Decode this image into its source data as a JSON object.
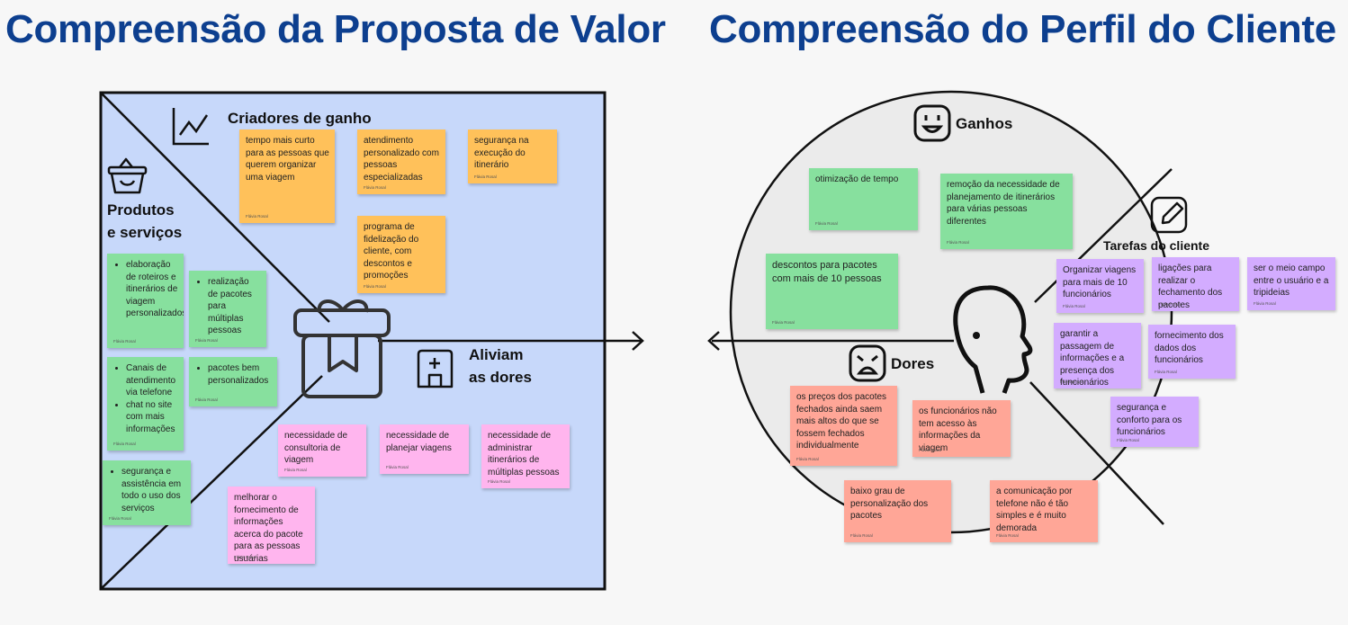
{
  "titles": {
    "value_proposition": "Compreensão da Proposta de Valor",
    "customer_profile": "Compreensão do Perfil do Cliente"
  },
  "value_map": {
    "gain_creators_heading": "Criadores de ganho",
    "products_heading_line1": "Produtos",
    "products_heading_line2": "e serviços",
    "pain_relievers_heading_line1": "Aliviam",
    "pain_relievers_heading_line2": "as dores",
    "gain_creators": [
      {
        "text": "tempo mais curto para as pessoas que querem organizar uma viagem",
        "author": "Flávia Rosal"
      },
      {
        "text": "atendimento personalizado com pessoas especializadas",
        "author": "Flávia Rosal"
      },
      {
        "text": "segurança na execução do itinerário",
        "author": "Flávia Rosal"
      },
      {
        "text": "programa de fidelização do cliente, com descontos e promoções",
        "author": "Flávia Rosal"
      }
    ],
    "products": [
      {
        "bullets": [
          "elaboração de roteiros e itinerários de viagem personalizados"
        ],
        "author": "Flávia Rosal"
      },
      {
        "bullets": [
          "realização de pacotes para múltiplas pessoas"
        ],
        "author": "Flávia Rosal"
      },
      {
        "bullets": [
          "Canais de atendimento via telefone",
          "chat no site com mais informações"
        ],
        "author": "Flávia Rosal"
      },
      {
        "bullets": [
          "pacotes bem personalizados"
        ],
        "author": "Flávia Rosal"
      },
      {
        "bullets": [
          "segurança e assistência em todo o uso dos serviços"
        ],
        "author": "Flávia Rosal"
      }
    ],
    "pain_relievers": [
      {
        "text": "necessidade de consultoria de viagem",
        "author": "Flávia Rosal"
      },
      {
        "text": "necessidade de planejar viagens",
        "author": "Flávia Rosal"
      },
      {
        "text": "necessidade de administrar itinerários de múltiplas pessoas",
        "author": "Flávia Rosal"
      },
      {
        "text": "melhorar o fornecimento de informações acerca do pacote para as pessoas usuárias",
        "author": "Flávia Rosal"
      }
    ]
  },
  "customer_profile": {
    "gains_heading": "Ganhos",
    "pains_heading": "Dores",
    "jobs_heading": "Tarefas do cliente",
    "gains": [
      {
        "text": "otimização de tempo",
        "author": "Flávia Rosal"
      },
      {
        "text": "remoção da necessidade de planejamento de itinerários para várias pessoas diferentes",
        "author": "Flávia Rosal"
      },
      {
        "text": "descontos para pacotes com mais de 10 pessoas",
        "author": "Flávia Rosal"
      }
    ],
    "jobs": [
      {
        "text": "Organizar viagens para mais de 10 funcionários",
        "author": "Flávia Rosal"
      },
      {
        "text": "ligações para realizar o fechamento dos pacotes",
        "author": "Flávia Rosal"
      },
      {
        "text": "ser o meio campo entre o usuário e a tripideias",
        "author": "Flávia Rosal"
      },
      {
        "text": "garantir a passagem de informações e a presença dos funcionários",
        "author": "Flávia Rosal"
      },
      {
        "text": "fornecimento dos dados dos funcionários",
        "author": "Flávia Rosal"
      },
      {
        "text": "segurança e conforto para os funcionários",
        "author": "Flávia Rosal"
      }
    ],
    "pains": [
      {
        "text": "os preços  dos pacotes fechados ainda saem mais altos do que se fossem fechados individualmente",
        "author": "Flávia Rosal"
      },
      {
        "text": "os funcionários não tem acesso às informações da viagem",
        "author": "Flávia Rosal"
      },
      {
        "text": "baixo grau de personalização dos pacotes",
        "author": "Flávia Rosal"
      },
      {
        "text": "a comunicação por telefone não é tão simples e é muito demorada",
        "author": "Flávia Rosal"
      }
    ]
  },
  "colors": {
    "title": "#0d3f8f",
    "value_map_bg": "#c7d8fa",
    "profile_bg": "#ebebeb",
    "gain_creator_sticky": "#ffc15a",
    "product_sticky": "#87e09e",
    "pain_reliever_sticky": "#ffb5ee",
    "gain_sticky": "#87e09e",
    "job_sticky": "#d3acff",
    "pain_sticky": "#ffa697"
  }
}
